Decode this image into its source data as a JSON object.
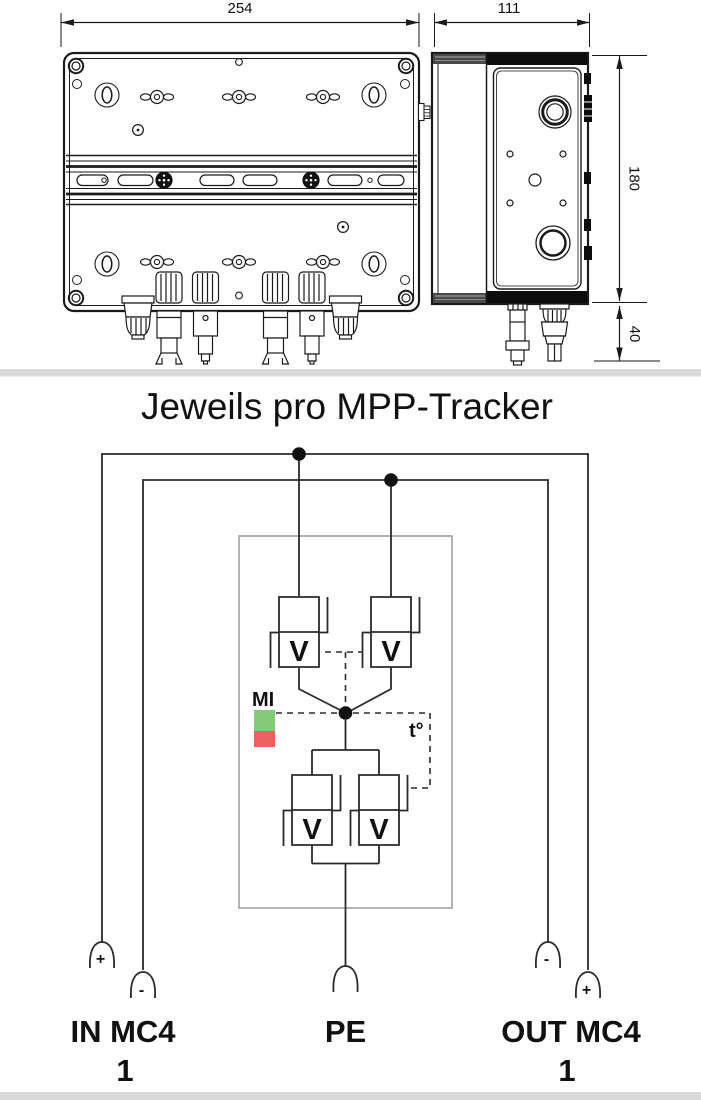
{
  "dimension_drawing": {
    "width_label": "254",
    "depth_label": "111",
    "height_label": "180",
    "connector_zone_label": "40"
  },
  "schematic": {
    "title": "Jeweils pro MPP-Tracker",
    "voltmeter_label": "V",
    "monitoring_led": {
      "label": "MI",
      "green": "#85c97a",
      "red": "#ee5f62"
    },
    "temp_sensor_label": "t°",
    "terminals": {
      "in": {
        "label": "IN MC4",
        "number": "1",
        "plus": "+",
        "minus": "-"
      },
      "pe": {
        "label": "PE"
      },
      "out": {
        "label": "OUT MC4",
        "number": "1",
        "plus": "+",
        "minus": "-"
      }
    }
  }
}
